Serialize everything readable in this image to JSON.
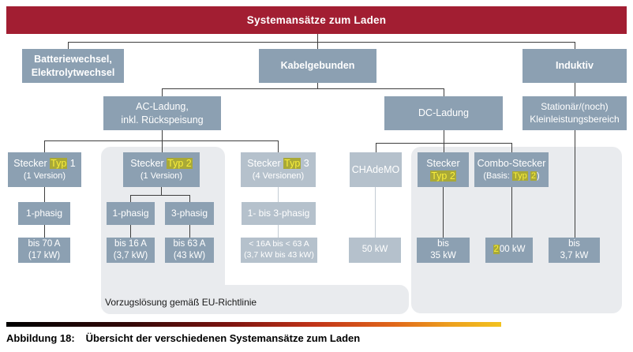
{
  "banner": {
    "title": "Systemansätze zum Laden"
  },
  "nodes": {
    "batteriewechsel": {
      "line1": "Batteriewechsel,",
      "line2": "Elektrolytwechsel"
    },
    "kabelgebunden": {
      "label": "Kabelgebunden"
    },
    "induktiv": {
      "label": "Induktiv"
    },
    "ac_ladung": {
      "line1": "AC-Ladung,",
      "line2": "inkl. Rückspeisung"
    },
    "dc_ladung": {
      "label": "DC-Ladung"
    },
    "stationaer": {
      "line1": "Stationär/(noch)",
      "line2": "Kleinleistungsbereich"
    },
    "stecker_typ1": {
      "pre": "Stecker ",
      "hl": "Typ",
      "post": " 1",
      "sub": "(1 Version)"
    },
    "stecker_typ2_ac": {
      "pre": "Stecker ",
      "hl": "Typ 2",
      "post": "",
      "sub": "(1 Version)"
    },
    "stecker_typ3": {
      "pre": "Stecker ",
      "hl": "Typ",
      "post": " 3",
      "sub": "(4 Versionen)"
    },
    "chademo": {
      "label": "CHAdeMO"
    },
    "stecker_typ2_dc": {
      "line1": "Stecker",
      "hl": "Typ 2"
    },
    "combo_stecker": {
      "line1": "Combo-Stecker",
      "pre": "(Basis: ",
      "hl1": "Typ",
      "mid": " ",
      "hl2": "2",
      "post": ")"
    },
    "phasig1_typ1": {
      "label": "1-phasig"
    },
    "phasig1_typ2": {
      "label": "1-phasig"
    },
    "phasig3_typ2": {
      "label": "3-phasig"
    },
    "phasig13_typ3": {
      "label": "1- bis 3-phasig"
    },
    "bis70a": {
      "line1": "bis 70 A",
      "line2": "(17 kW)"
    },
    "bis16a": {
      "line1": "bis 16 A",
      "line2": "(3,7 kW)"
    },
    "bis63a": {
      "line1": "bis 63 A",
      "line2": "(43 kW)"
    },
    "bis1663a": {
      "line1": "< 16A bis < 63 A",
      "line2": "(3,7 kW bis 43 kW)"
    },
    "kw50": {
      "label": "50 kW"
    },
    "kw35": {
      "line1": "bis",
      "line2": "35 kW"
    },
    "kw200": {
      "hl": "2",
      "post": "00 kW"
    },
    "kw37": {
      "line1": "bis",
      "line2": "3,7 kW"
    }
  },
  "panel_note": "Vorzugslösung gemäß EU-Richtlinie",
  "caption": {
    "prefix": "Abbildung 18:",
    "text": "Übersicht der verschiedenen Systemansätze zum Laden"
  },
  "colors": {
    "banner_red": "#A21E32",
    "box_blue": "#8CA0B2",
    "box_faded": "#B5C1CC",
    "highlight_bg": "#A9A937",
    "highlight_text": "#F9EE3A",
    "panel_gray": "#E9EBEE",
    "line_dark": "#3E3E3E",
    "line_faded": "#C3CCD4",
    "gradient_start": "#000000",
    "gradient_mid": "#C03318",
    "gradient_end": "#F2C21F"
  }
}
